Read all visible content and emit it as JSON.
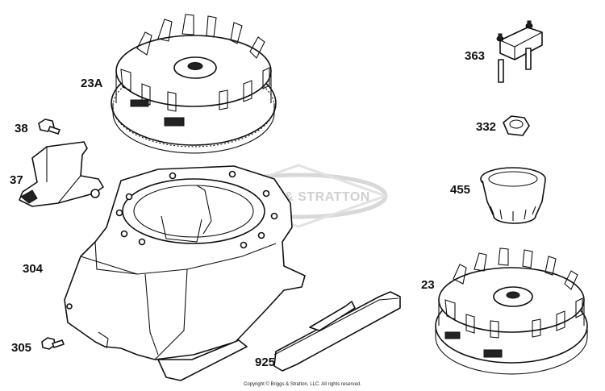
{
  "diagram": {
    "callouts": [
      {
        "id": "23A",
        "label": "23A"
      },
      {
        "id": "38",
        "label": "38"
      },
      {
        "id": "37",
        "label": "37"
      },
      {
        "id": "304",
        "label": "304"
      },
      {
        "id": "305",
        "label": "305"
      },
      {
        "id": "925",
        "label": "925"
      },
      {
        "id": "363",
        "label": "363"
      },
      {
        "id": "332",
        "label": "332"
      },
      {
        "id": "455",
        "label": "455"
      },
      {
        "id": "23",
        "label": "23"
      }
    ],
    "watermark": "BRIGGS & STRATTON",
    "copyright": "Copyright © Briggs & Stratton, LLC. All rights reserved."
  },
  "colors": {
    "line": "#111111",
    "watermark": "#d8d8d8",
    "background": "#ffffff"
  }
}
